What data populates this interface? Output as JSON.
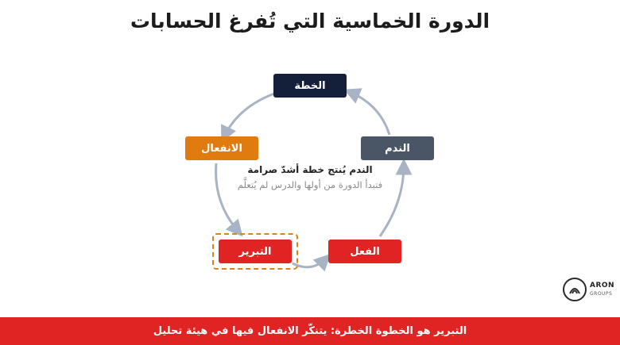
{
  "title": "الدورة الخماسية التي تُفرغ الحسابات",
  "cycle": {
    "nodes": [
      {
        "id": "plan",
        "label": "الخطة",
        "color": "#14203a"
      },
      {
        "id": "regret",
        "label": "الندم",
        "color": "#4a5566"
      },
      {
        "id": "action",
        "label": "الفعل",
        "color": "#e02424"
      },
      {
        "id": "justification",
        "label": "التبرير",
        "color": "#e02424",
        "highlighted": true
      },
      {
        "id": "emotion",
        "label": "الانفعال",
        "color": "#e07b0f"
      }
    ],
    "arrow_color": "#a8b4c4"
  },
  "center": {
    "line1": "الندم يُنتج خطة أشدّ صرامة",
    "line2": "فتبدأ الدورة من أولها والدرس لم يُتعلَّم"
  },
  "logo": {
    "name": "ARON",
    "sub": "GROUPS"
  },
  "footer": {
    "text": "التبرير هو الخطوة الخطرة: يتنكّر الانفعال فيها في هيئة تحليل"
  }
}
